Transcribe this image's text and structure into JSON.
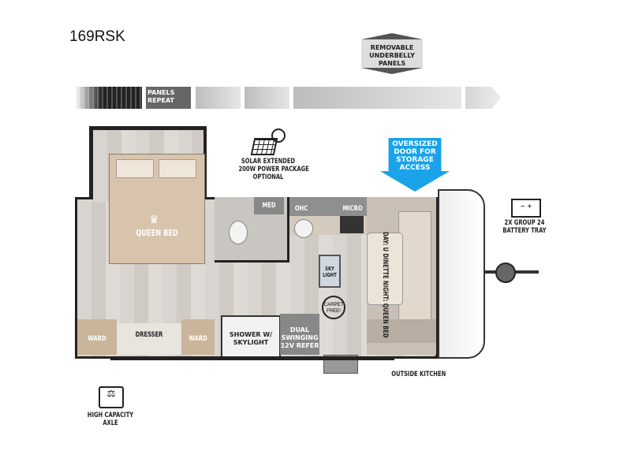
{
  "model": "169RSK",
  "underbelly": {
    "label": "REMOVABLE UNDERBELLY PANELS"
  },
  "panels": {
    "label": "PANELS REPEAT"
  },
  "solar": {
    "label_line1": "SOLAR EXTENDED",
    "label_line2": "200W POWER PACKAGE",
    "label_line3": "OPTIONAL"
  },
  "storage": {
    "label": "OVERSIZED DOOR FOR STORAGE ACCESS",
    "color": "#1aa3e8"
  },
  "battery": {
    "label_line1": "2X GROUP 24",
    "label_line2": "BATTERY TRAY"
  },
  "axle": {
    "label_line1": "HIGH CAPACITY",
    "label_line2": "AXLE"
  },
  "rooms": {
    "queen_bed": "QUEEN BED",
    "med": "MED",
    "ohc": "OHC",
    "micro": "MICRO",
    "sky_light": "SKY LIGHT",
    "dinette": "DAY: U DINETTE NIGHT: QUEEN BED",
    "carpet_free": "CARPET FREE!",
    "shower": "SHOWER W/ SKYLIGHT",
    "refer": "DUAL SWINGING 12V REFER",
    "ward_left": "WARD",
    "ward_right": "WARD",
    "dresser": "DRESSER",
    "outside_kitchen": "OUTSIDE KITCHEN"
  }
}
